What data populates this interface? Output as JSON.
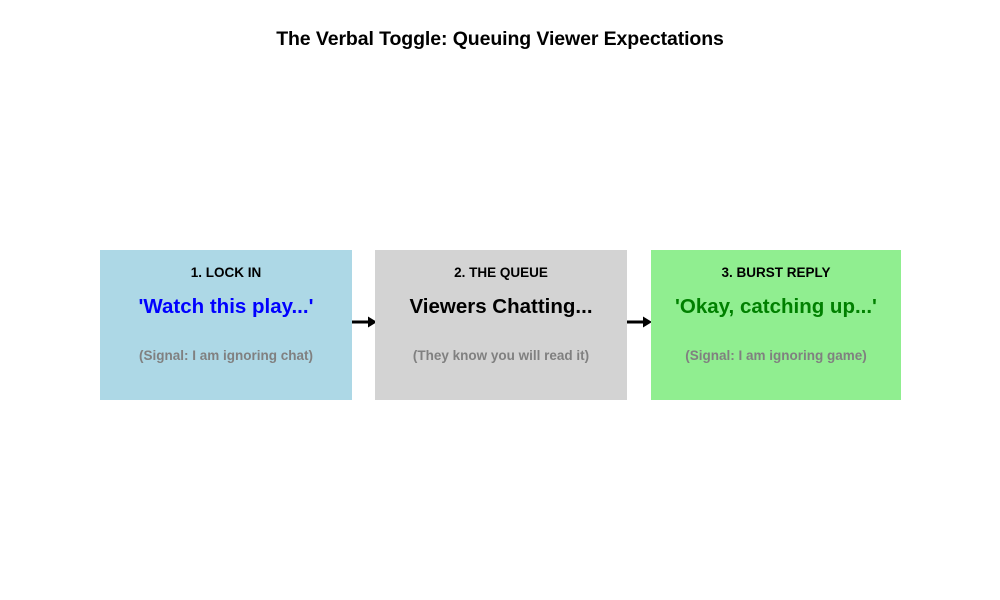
{
  "title": "The Verbal Toggle: Queuing Viewer Expectations",
  "colors": {
    "stage1_bg": "#add8e6",
    "stage2_bg": "#d3d3d3",
    "stage3_bg": "#90ee90",
    "stage1_quote": "#0000ff",
    "stage2_quote": "#000000",
    "stage3_quote": "#008000",
    "signal_text": "#808080",
    "arrow": "#000000",
    "background": "#ffffff"
  },
  "stages": [
    {
      "header": "1. LOCK IN",
      "quote": "'Watch this play...'",
      "signal": "(Signal: I am ignoring chat)"
    },
    {
      "header": "2. THE QUEUE",
      "quote": "Viewers Chatting...",
      "signal": "(They know you will read it)"
    },
    {
      "header": "3. BURST REPLY",
      "quote": "'Okay, catching up...'",
      "signal": "(Signal: I am ignoring game)"
    }
  ],
  "arrows": [
    {
      "from": "1. LOCK IN",
      "to": "2. THE QUEUE"
    },
    {
      "from": "2. THE QUEUE",
      "to": "3. BURST REPLY"
    }
  ]
}
